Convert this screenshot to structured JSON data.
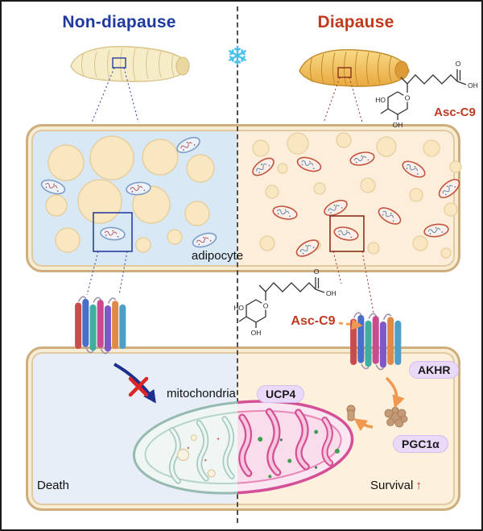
{
  "titles": {
    "left": "Non-diapause",
    "right": "Diapause"
  },
  "labels": {
    "snowflake": "❄",
    "asc_c9_top": "Asc-C9",
    "asc_c9_mid": "Asc-C9",
    "adipocyte": "adipocyte",
    "mitochondria": "mitochondria",
    "death": "Death",
    "survival": "Survival",
    "survival_arrow": "↑"
  },
  "badges": {
    "akhr": "AKHR",
    "ucp4": "UCP4",
    "pgc1a": "PGC1α"
  },
  "chem": {
    "o": "O",
    "ho": "HO",
    "oh": "OH"
  },
  "colors": {
    "left_title": "#1e3a9f",
    "right_title": "#c23a1e",
    "asc_label": "#bf3a22",
    "badge_bg": "#ead9f8",
    "snowflake": "#45c1ea",
    "survival_arrow_color": "#cc2020",
    "membrane": "#cfae7e",
    "left_panel_bg": "#d9e8f5",
    "right_panel_bg": "#fdeedb",
    "arrow_orange": "#f0994e",
    "block_arrow": "#1d2f8e",
    "block_x": "#e02525",
    "mito_right_outline": "#d44f96",
    "mito_left_outline": "#96b9b0"
  }
}
